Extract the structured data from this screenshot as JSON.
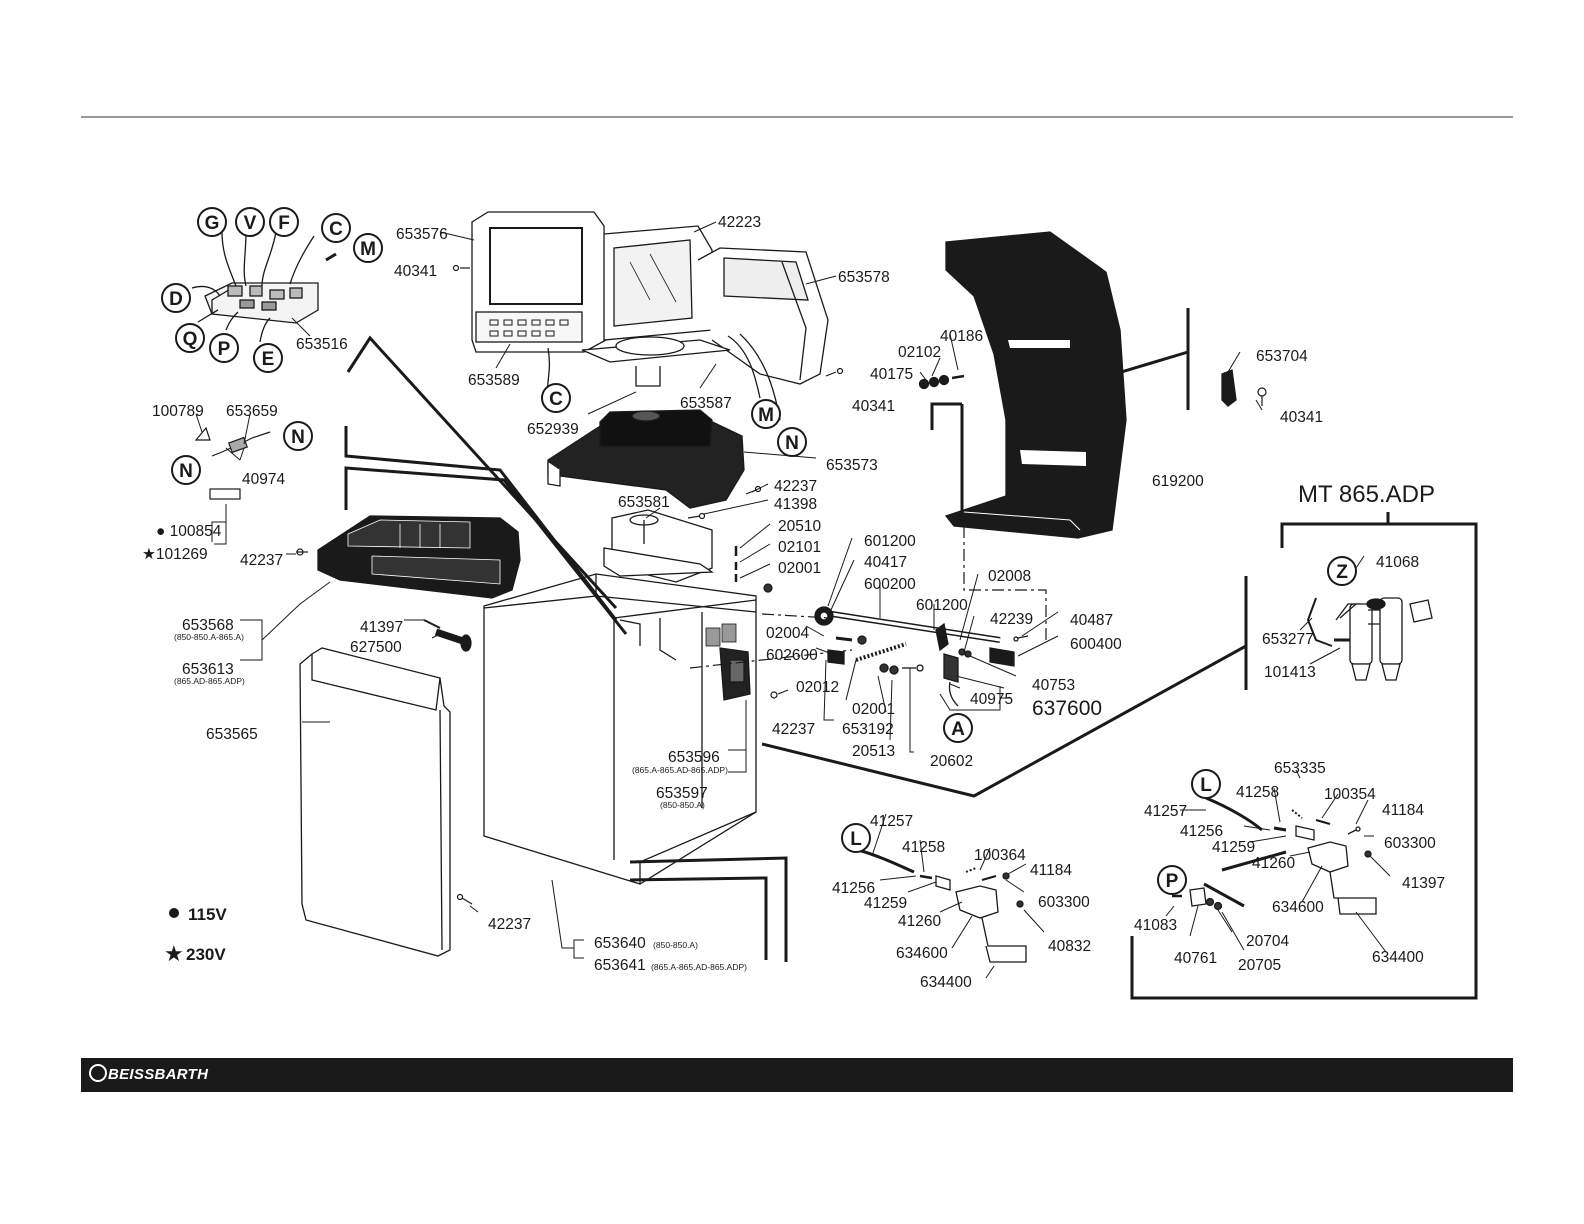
{
  "model_title": "MT 865.ADP",
  "legend": {
    "v115": "115V",
    "v230": "230V"
  },
  "brand": "BEISSBARTH",
  "callouts": [
    "G",
    "V",
    "F",
    "C",
    "M",
    "D",
    "Q",
    "P",
    "E",
    "C",
    "M",
    "N",
    "N",
    "N",
    "A",
    "Z",
    "L",
    "L",
    "P"
  ],
  "parts": {
    "p653576": "653576",
    "p40341a": "40341",
    "p42223": "42223",
    "p653578": "653578",
    "p653516": "653516",
    "p653589": "653589",
    "p652939": "652939",
    "p653587": "653587",
    "p40341b": "40341",
    "p02102": "02102",
    "p40186": "40186",
    "p40175": "40175",
    "p653704": "653704",
    "p40341c": "40341",
    "p100789": "100789",
    "p653659": "653659",
    "p40974": "40974",
    "p653573": "653573",
    "p42237a": "42237",
    "p41398": "41398",
    "p653581": "653581",
    "p20510": "20510",
    "p02101": "02101",
    "p02001a": "02001",
    "p100854": "100854",
    "p101269": "101269",
    "p42237b": "42237",
    "p601200a": "601200",
    "p40417": "40417",
    "p600200": "600200",
    "p02008": "02008",
    "p601200b": "601200",
    "p42239": "42239",
    "p40487": "40487",
    "p600400": "600400",
    "p619200": "619200",
    "p653568": "653568",
    "p653568_note": "(850-850.A-865.A)",
    "p653613": "653613",
    "p653613_note": "(865.AD-865.ADP)",
    "p41397a": "41397",
    "p627500": "627500",
    "p02004": "02004",
    "p602600": "602600",
    "p02012": "02012",
    "p40753": "40753",
    "p40975": "40975",
    "p637600": "637600",
    "p02001b": "02001",
    "p42237c": "42237",
    "p653192": "653192",
    "p20513": "20513",
    "p20602": "20602",
    "p653565": "653565",
    "p653596": "653596",
    "p653596_note": "(865.A-865.AD-865.ADP)",
    "p653597": "653597",
    "p653597_note": "(850-850.A)",
    "p42237d": "42237",
    "p653640": "653640",
    "p653640_note": "(850-850.A)",
    "p653641": "653641",
    "p653641_note": "(865.A-865.AD-865.ADP)",
    "p41068": "41068",
    "p653277": "653277",
    "p101413": "101413",
    "p653335": "653335",
    "p41258a": "41258",
    "p100354": "100354",
    "p41184a": "41184",
    "p41257a": "41257",
    "p41256a": "41256",
    "p603300a": "603300",
    "p41259a": "41259",
    "p41260a": "41260",
    "p41397b": "41397",
    "p634600a": "634600",
    "p41083": "41083",
    "p20704": "20704",
    "p40761": "40761",
    "p20705": "20705",
    "p634400a": "634400",
    "p41257b": "41257",
    "p41258b": "41258",
    "p100364": "100364",
    "p41184b": "41184",
    "p41256b": "41256",
    "p41259b": "41259",
    "p603300b": "603300",
    "p41260b": "41260",
    "p40832": "40832",
    "p634600b": "634600",
    "p634400b": "634400"
  }
}
